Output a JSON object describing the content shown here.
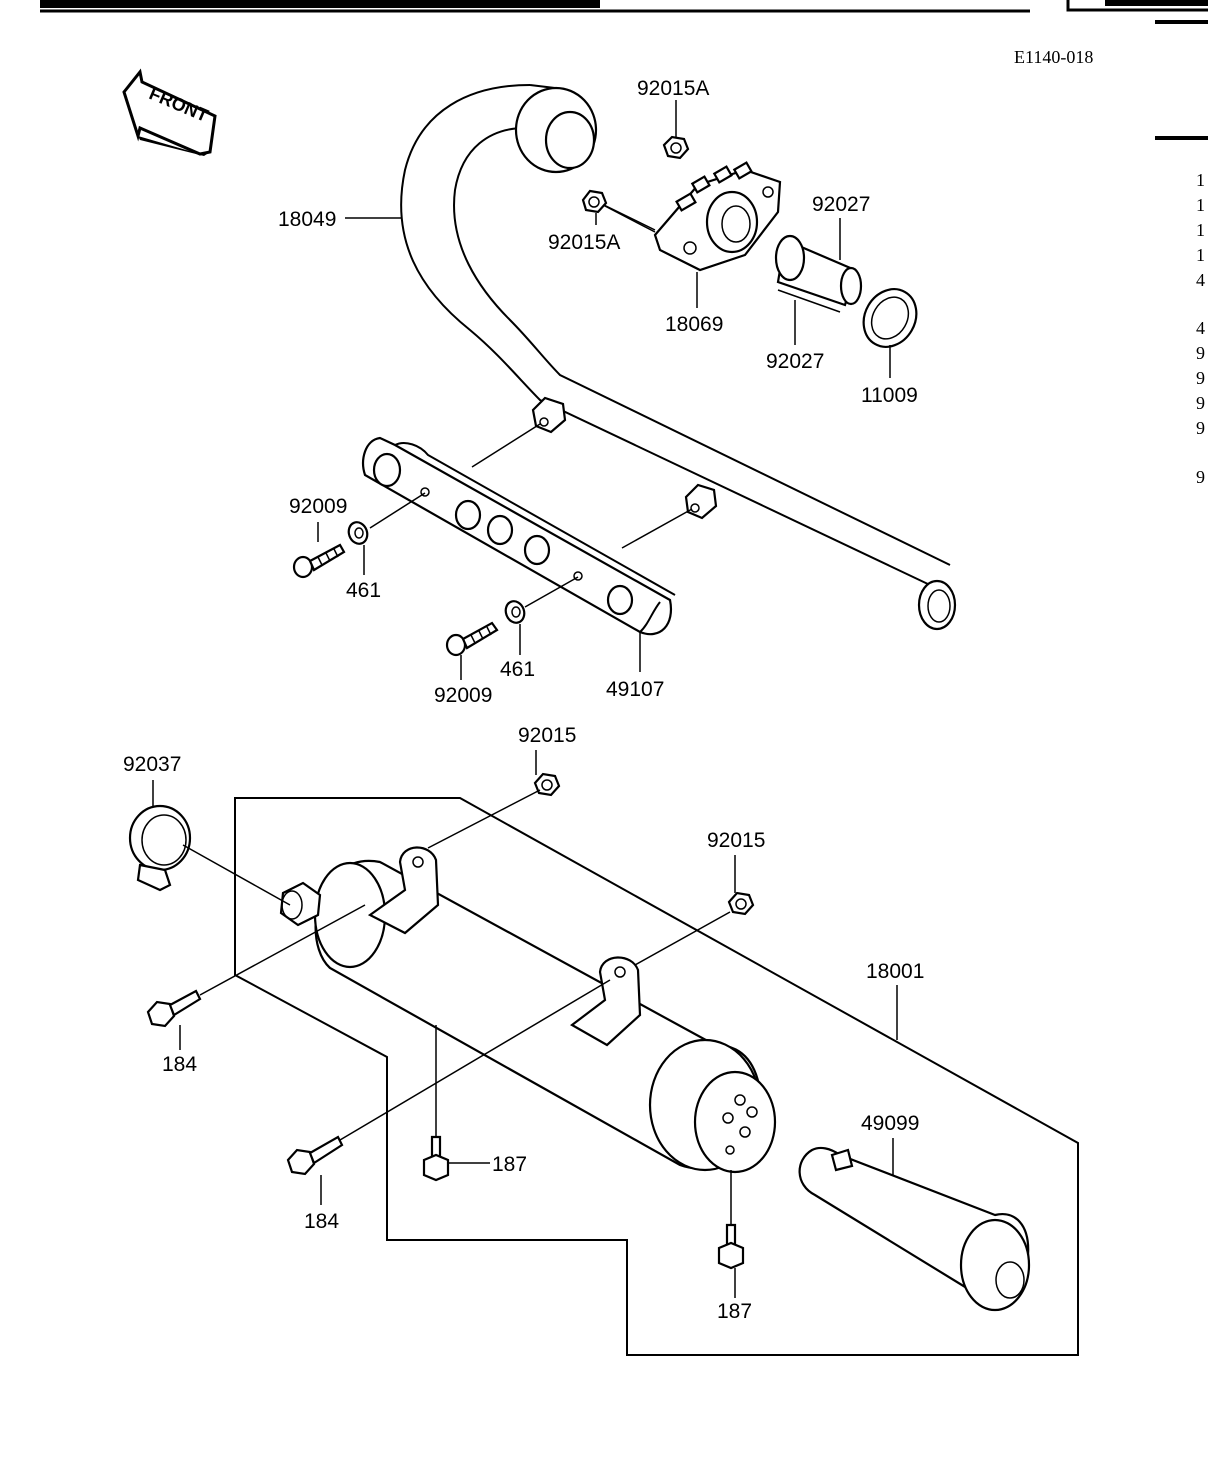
{
  "reference_code": "E1140-018",
  "front_arrow_label": "FRONT",
  "parts": {
    "p18049": "18049",
    "p92015A_top": "92015A",
    "p92015A_mid": "92015A",
    "p92027_top": "92027",
    "p92027_bottom": "92027",
    "p18069": "18069",
    "p11009": "11009",
    "p92009_top": "92009",
    "p92009_bottom": "92009",
    "p461_top": "461",
    "p461_bottom": "461",
    "p49107": "49107",
    "p92037": "92037",
    "p92015_top": "92015",
    "p92015_mid": "92015",
    "p18001": "18001",
    "p184_top": "184",
    "p184_bottom": "184",
    "p187_mid": "187",
    "p187_bottom": "187",
    "p49099": "49099"
  },
  "right_margin_digits": [
    "1",
    "1",
    "1",
    "1",
    "4",
    "4",
    "9",
    "9",
    "9",
    "9",
    "9"
  ]
}
